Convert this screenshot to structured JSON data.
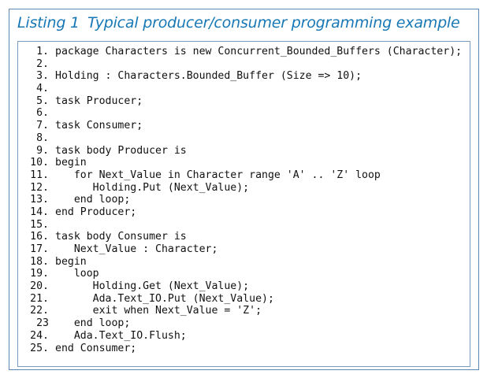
{
  "listing": {
    "label": "Listing 1",
    "title": "Typical producer/consumer programming example",
    "lines": [
      {
        "number": "1.",
        "code": "package Characters is new Concurrent_Bounded_Buffers (Character);"
      },
      {
        "number": "2.",
        "code": ""
      },
      {
        "number": "3.",
        "code": "Holding : Characters.Bounded_Buffer (Size => 10);"
      },
      {
        "number": "4.",
        "code": ""
      },
      {
        "number": "5.",
        "code": "task Producer;"
      },
      {
        "number": "6.",
        "code": ""
      },
      {
        "number": "7.",
        "code": "task Consumer;"
      },
      {
        "number": "8.",
        "code": ""
      },
      {
        "number": "9.",
        "code": "task body Producer is"
      },
      {
        "number": "10.",
        "code": "begin"
      },
      {
        "number": "11.",
        "code": "   for Next_Value in Character range 'A' .. 'Z' loop"
      },
      {
        "number": "12.",
        "code": "      Holding.Put (Next_Value);"
      },
      {
        "number": "13.",
        "code": "   end loop;"
      },
      {
        "number": "14.",
        "code": "end Producer;"
      },
      {
        "number": "15.",
        "code": ""
      },
      {
        "number": "16.",
        "code": "task body Consumer is"
      },
      {
        "number": "17.",
        "code": "   Next_Value : Character;"
      },
      {
        "number": "18.",
        "code": "begin"
      },
      {
        "number": "19.",
        "code": "   loop"
      },
      {
        "number": "20.",
        "code": "      Holding.Get (Next_Value);"
      },
      {
        "number": "21.",
        "code": "      Ada.Text_IO.Put (Next_Value);"
      },
      {
        "number": "22.",
        "code": "      exit when Next_Value = 'Z';"
      },
      {
        "number": "23",
        "code": "   end loop;"
      },
      {
        "number": "24.",
        "code": "   Ada.Text_IO.Flush;"
      },
      {
        "number": "25.",
        "code": "end Consumer;"
      }
    ]
  },
  "colors": {
    "title": "#1878b5",
    "frame_border": "#5b87b5",
    "code_border": "#7a9cc0",
    "code_text": "#111111"
  }
}
